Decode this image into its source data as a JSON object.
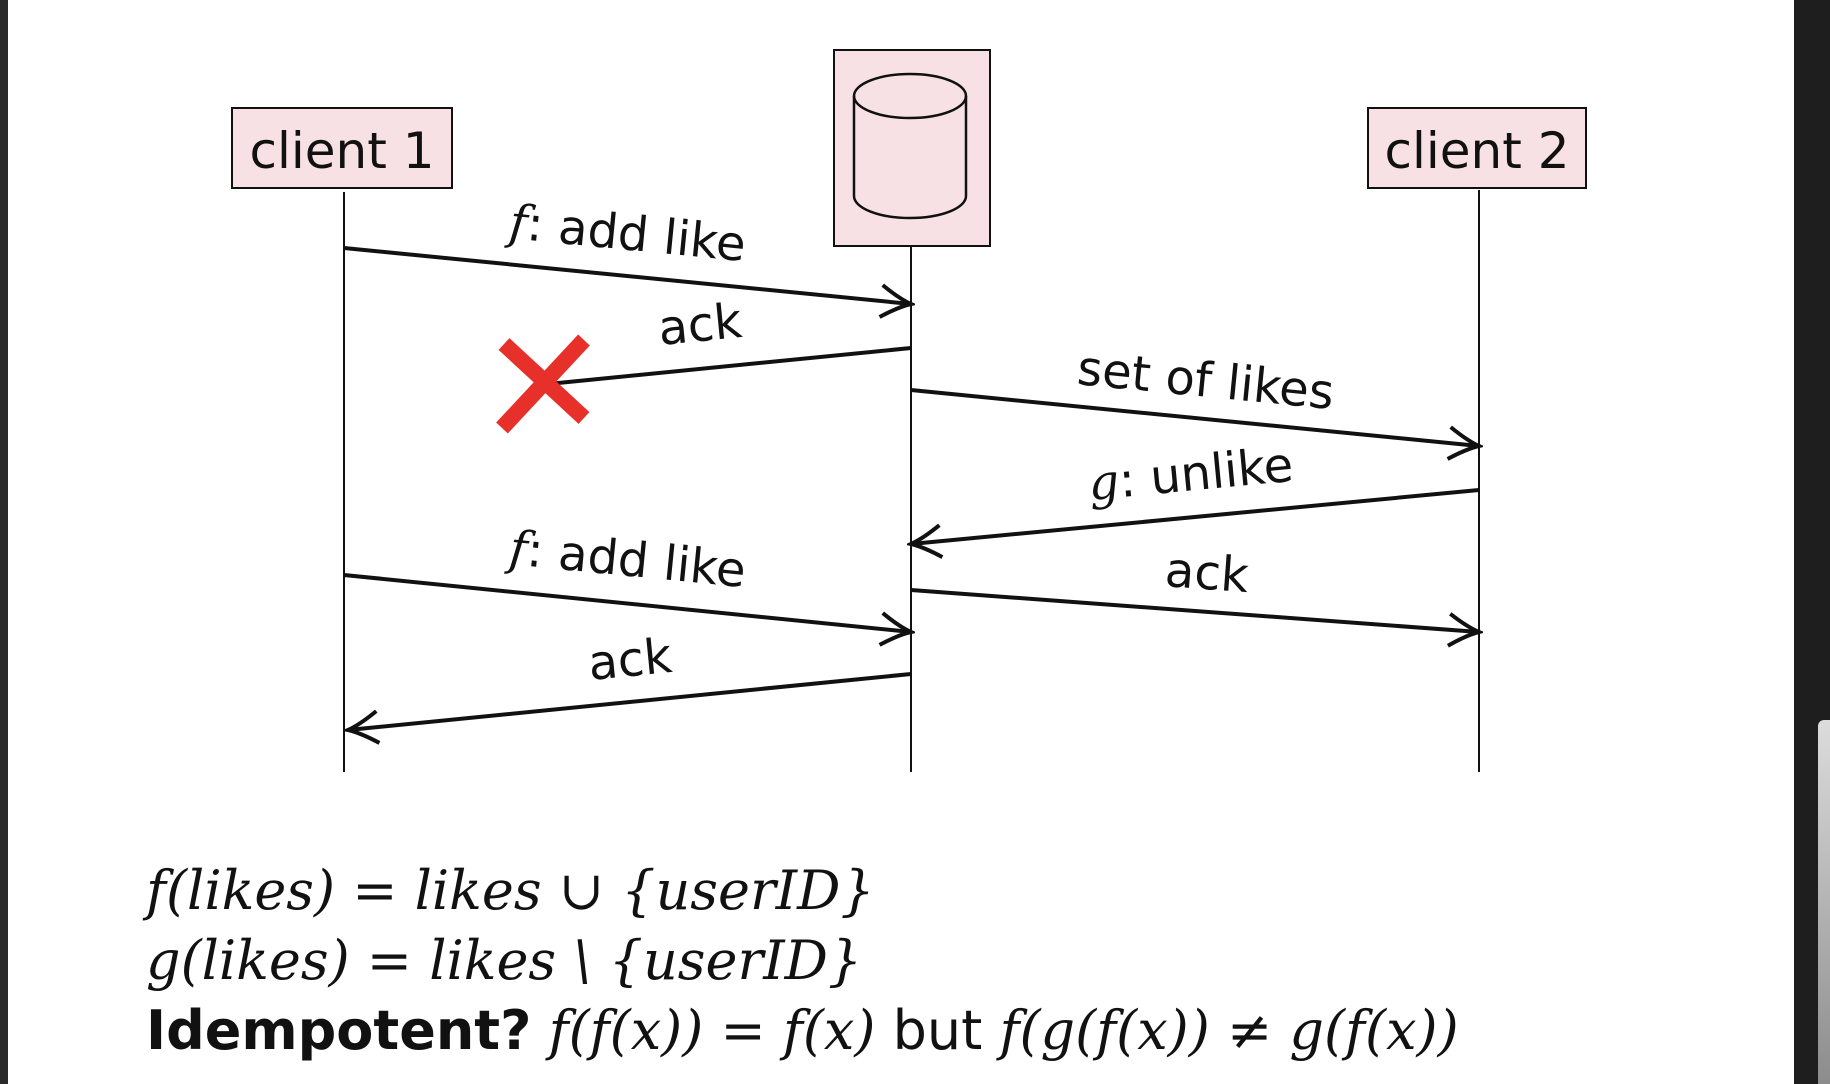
{
  "participants": {
    "client1": "client 1",
    "client2": "client 2",
    "server": "database-icon"
  },
  "messages": [
    {
      "var": "f",
      "text": ": add like"
    },
    {
      "var": "",
      "text": "ack"
    },
    {
      "var": "",
      "text": "set of likes"
    },
    {
      "var": "g",
      "text": ": unlike"
    },
    {
      "var": "f",
      "text": ": add like"
    },
    {
      "var": "",
      "text": "ack"
    },
    {
      "var": "",
      "text": "ack"
    }
  ],
  "formulas": {
    "f_def": "f(likes) = likes ∪ {userID}",
    "g_def": "g(likes) = likes \\ {userID}",
    "question_label": "Idempotent?",
    "question_lhs": "f(f(x)) = f(x)",
    "question_but": "but",
    "question_rhs": "f(g(f(x)) ≠ g(f(x))"
  },
  "colors": {
    "box_fill": "#f8e1e4",
    "line": "#111111",
    "cross": "#e8302a"
  }
}
